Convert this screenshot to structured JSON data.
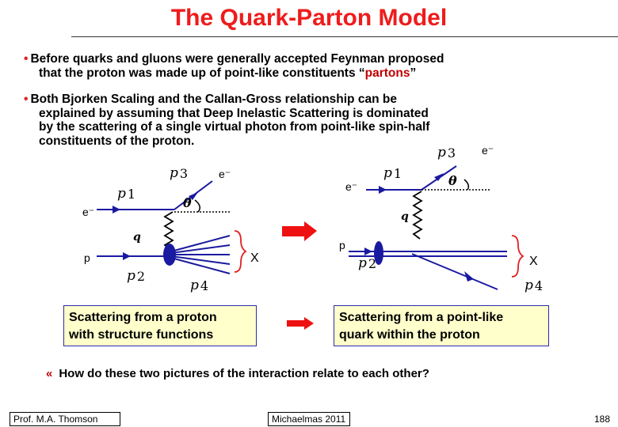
{
  "title": "The Quark-Parton Model",
  "bullet1": {
    "dot": "•",
    "line1": "Before quarks and gluons were generally accepted Feynman proposed",
    "line2_before": "that the proton was made up of point-like constituents “",
    "line2_highlight": "partons",
    "line2_after": "”"
  },
  "bullet2": {
    "dot": "•",
    "lines": [
      "Both Bjorken Scaling and the Callan-Gross relationship can be",
      "explained by assuming that Deep Inelastic Scattering is dominated",
      "by the scattering of a single virtual photon from point-like spin-half",
      "constituents of the proton."
    ]
  },
  "left_diagram": {
    "electron_in": "e⁻",
    "electron_out": "e⁻",
    "proton": "p",
    "p1": "p",
    "p1_sub": "1",
    "p2": "p",
    "p2_sub": "2",
    "p3": "p",
    "p3_sub": "3",
    "p4": "p",
    "p4_sub": "4",
    "theta": "θ",
    "q": "q",
    "hadrons": "X"
  },
  "right_diagram": {
    "electron_in": "e⁻",
    "electron_out": "e⁻",
    "proton": "p",
    "p1": "p",
    "p1_sub": "1",
    "p2": "p",
    "p2_sub": "2",
    "p3": "p",
    "p3_sub": "3",
    "p4": "p",
    "p4_sub": "4",
    "theta": "θ",
    "q": "q",
    "hadrons": "X"
  },
  "caption_left": [
    "Scattering from a proton",
    "with structure functions"
  ],
  "caption_right": [
    "Scattering from a point-like",
    "quark within the proton"
  ],
  "question": {
    "marker": "«",
    "text": "How do these two pictures of the interaction relate to each other?"
  },
  "footer": {
    "author": "Prof. M.A. Thomson",
    "term": "Michaelmas 2011",
    "page": "188"
  },
  "colors": {
    "title": "#ee1c1c",
    "arrow": "#ee1111",
    "caption_fill": "#ffffcc",
    "caption_border": "#2b2bb0"
  }
}
